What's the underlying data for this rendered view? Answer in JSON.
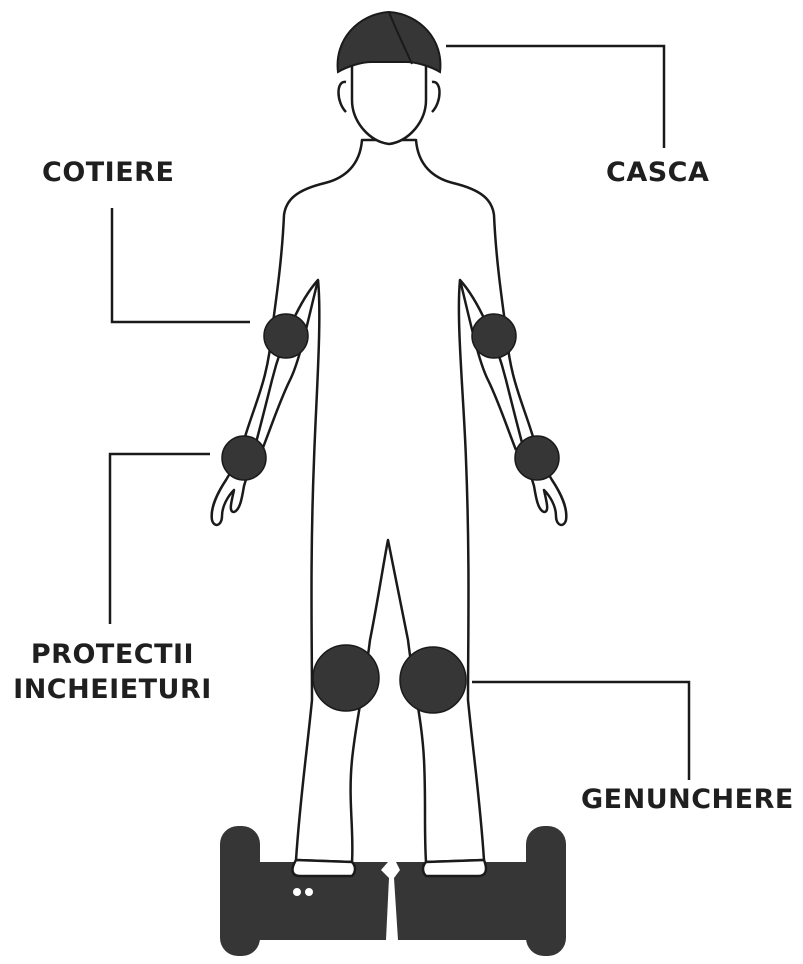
{
  "labels": {
    "helmet": "CASCA",
    "elbow_pads": "COTIERE",
    "wrist_guards_line1": "PROTECTII",
    "wrist_guards_line2": "INCHEIETURI",
    "knee_pads": "GENUNCHERE"
  },
  "colors": {
    "gear_fill": "#363636",
    "outline": "#1a1a1a",
    "leader_line": "#1a1a1a",
    "body_fill": "#ffffff",
    "board_fill": "#363636"
  },
  "icons": {
    "figure": "person-figure-icon",
    "helmet": "helmet-icon",
    "board": "hoverboard-icon"
  }
}
